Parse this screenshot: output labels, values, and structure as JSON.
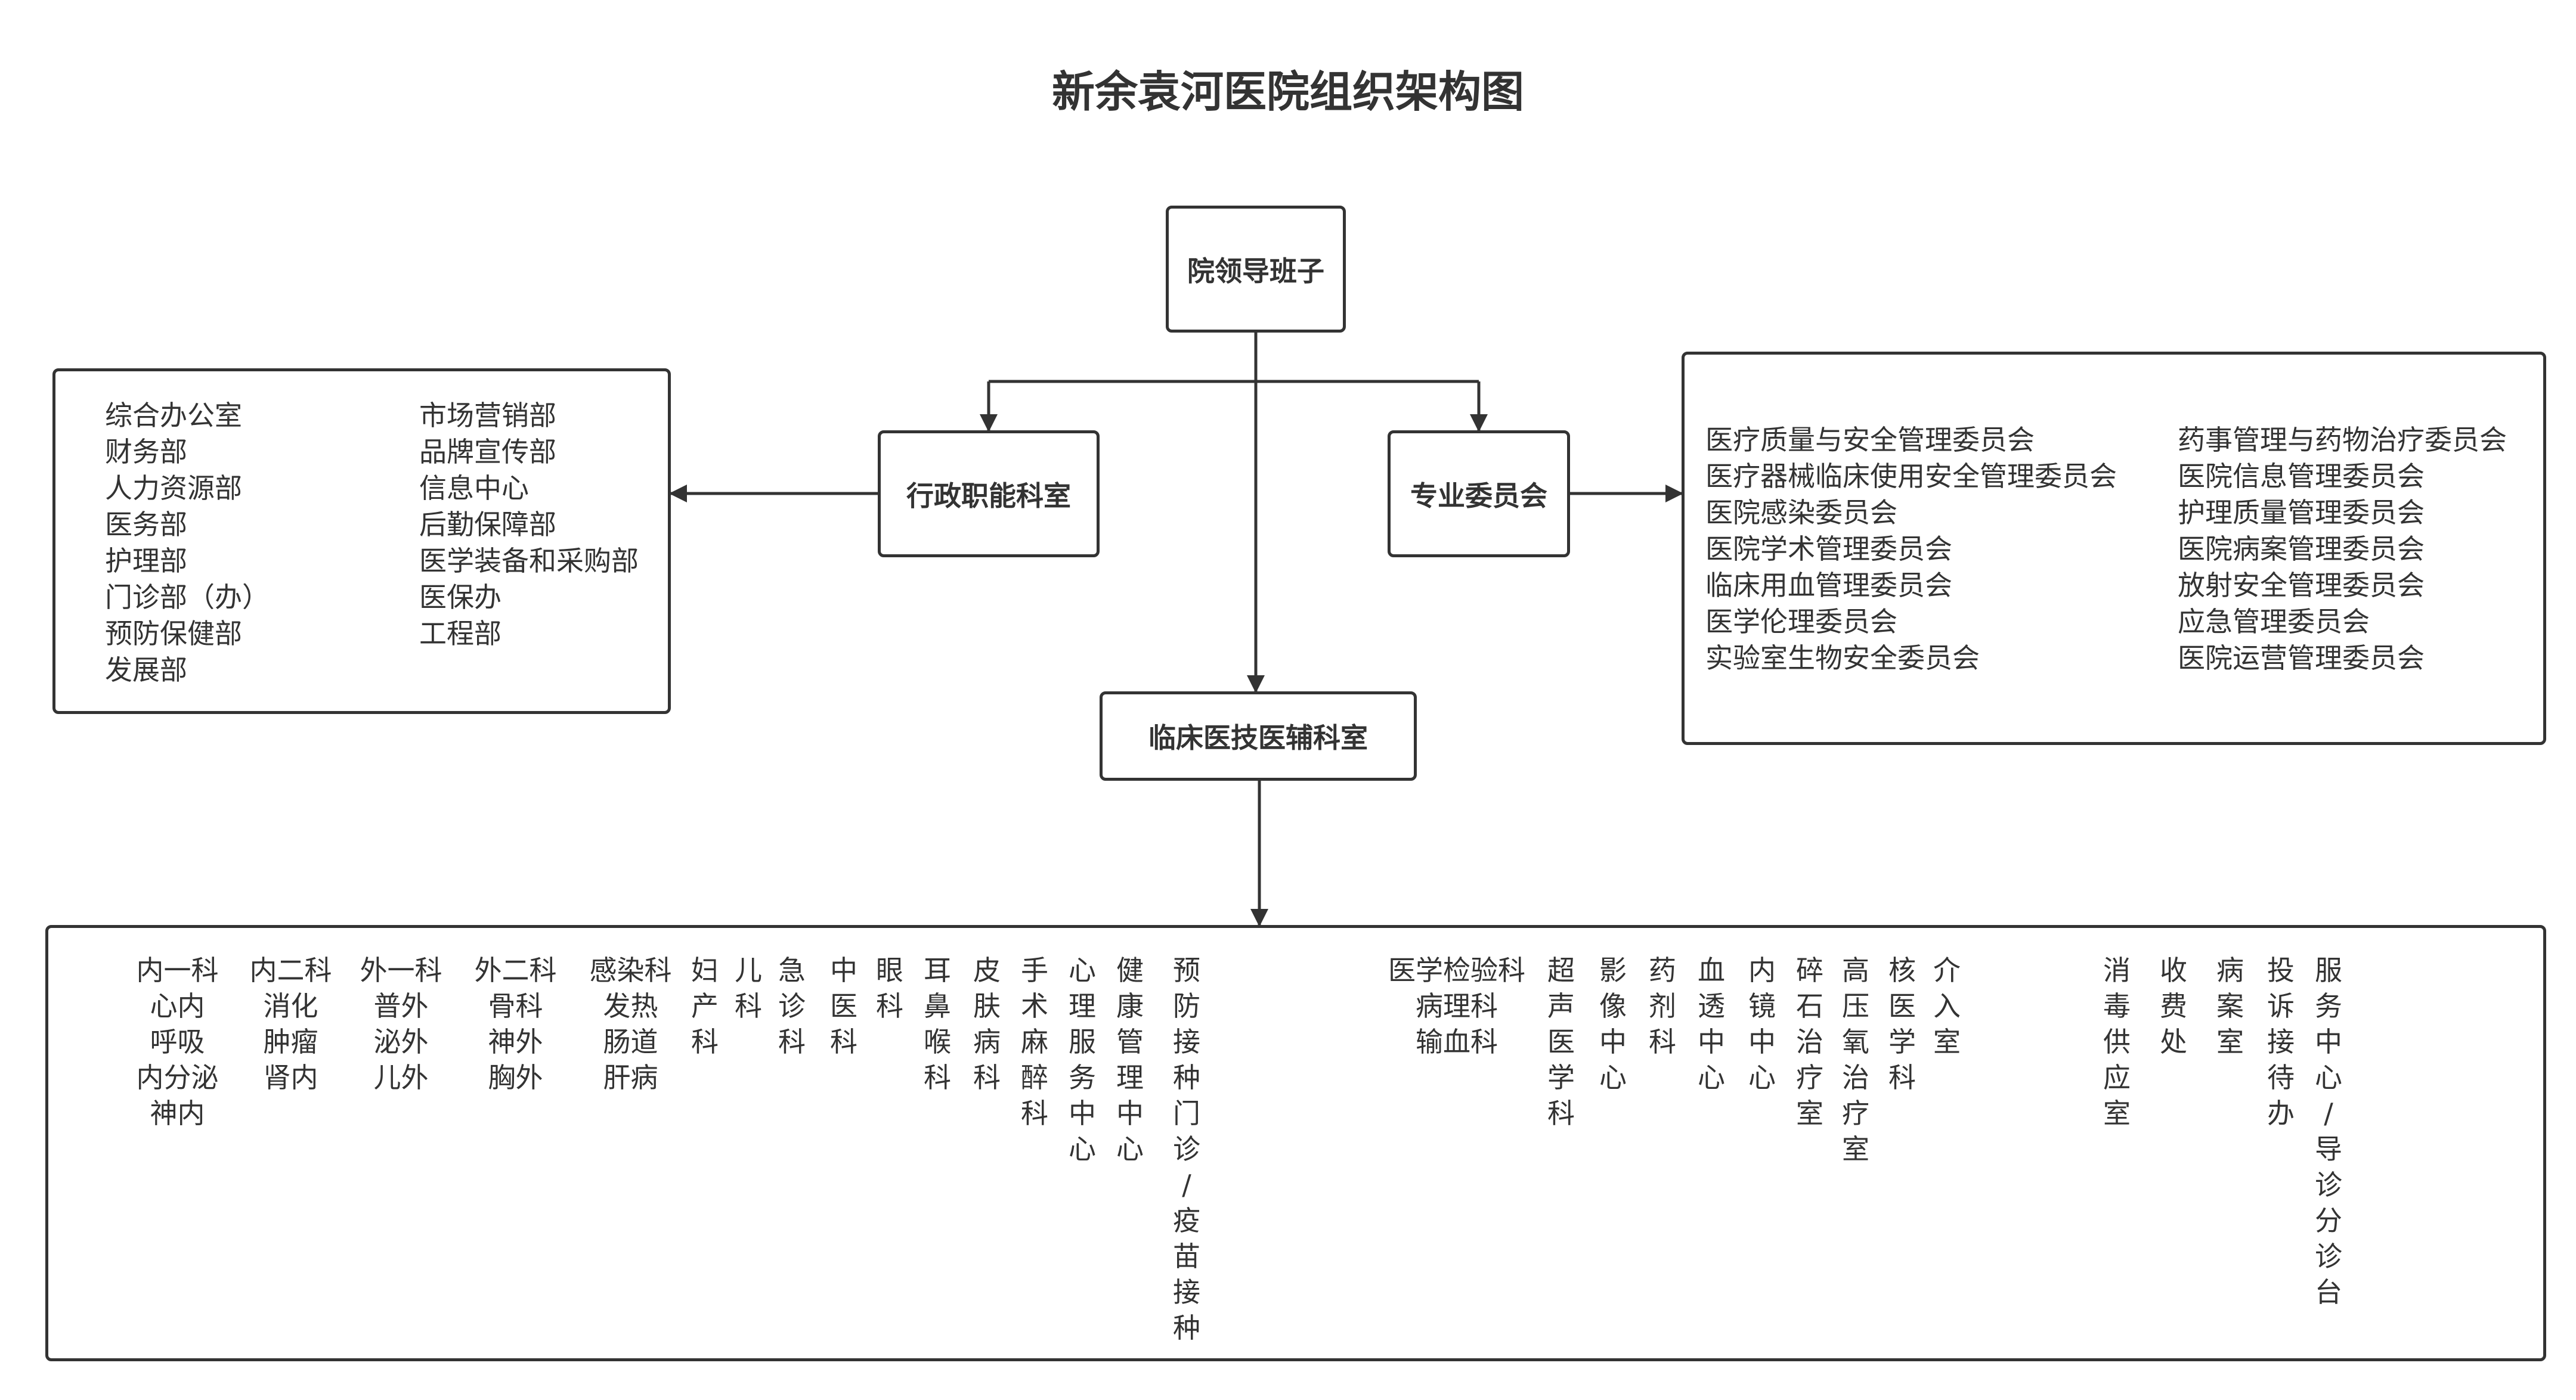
{
  "title": "新余袁河医院组织架构图",
  "nodes": {
    "leadership": "院领导班子",
    "admin": "行政职能科室",
    "committee": "专业委员会",
    "clinical": "临床医技医辅科室"
  },
  "admin_departments": {
    "col1": [
      "综合办公室",
      "财务部",
      "人力资源部",
      "医务部",
      "护理部",
      "门诊部（办）",
      "预防保健部",
      "发展部"
    ],
    "col2": [
      "市场营销部",
      "品牌宣传部",
      "信息中心",
      "后勤保障部",
      "医学装备和采购部",
      "医保办",
      "工程部"
    ]
  },
  "committees": {
    "col1": [
      "医疗质量与安全管理委员会",
      "医疗器械临床使用安全管理委员会",
      "医院感染委员会",
      "医院学术管理委员会",
      "临床用血管理委员会",
      "医学伦理委员会",
      "实验室生物安全委员会"
    ],
    "col2": [
      "药事管理与药物治疗委员会",
      "医院信息管理委员会",
      "护理质量管理委员会",
      "医院病案管理委员会",
      "放射安全管理委员会",
      "应急管理委员会",
      "医院运营管理委员会"
    ]
  },
  "clinical_groups": [
    [
      "内一科",
      "心内",
      "呼吸",
      "内分泌",
      "神内"
    ],
    [
      "内二科",
      "消化",
      "肿瘤",
      "肾内"
    ],
    [
      "外一科",
      "普外",
      "泌外",
      "儿外"
    ],
    [
      "外二科",
      "骨科",
      "神外",
      "胸外"
    ],
    [
      "感染科",
      "发热",
      "肠道",
      "肝病"
    ]
  ],
  "clinical_vertical": [
    "妇产科",
    "儿科",
    "急诊科",
    "中医科",
    "眼科",
    "耳鼻喉科",
    "皮肤病科",
    "手术麻醉科",
    "心理服务中心",
    "健康管理中心",
    "预防接种门诊/疫苗接种"
  ],
  "tech_group": [
    "医学检验科",
    "病理科",
    "输血科"
  ],
  "tech_vertical": [
    "超声医学科",
    "影像中心",
    "药剂科",
    "血透中心",
    "内镜中心",
    "碎石治疗室",
    "高压氧治疗室",
    "核医学科",
    "介入室"
  ],
  "support_vertical": [
    "消毒供应室",
    "收费处",
    "病案室",
    "投诉接待办",
    "服务中心/导诊分诊台"
  ],
  "colors": {
    "line": "#333333",
    "text": "#333333",
    "background": "#ffffff"
  }
}
